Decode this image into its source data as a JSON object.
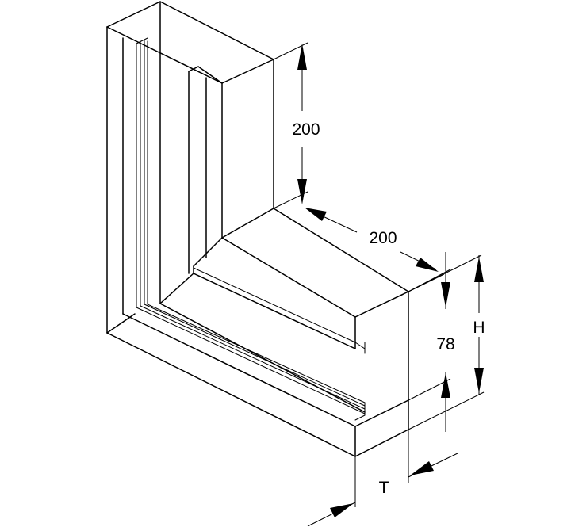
{
  "figure": {
    "dimensions": {
      "vertical_leg": "200",
      "horizontal_leg": "200",
      "inner_height": "78",
      "overall_height": "H",
      "thickness": "T"
    }
  }
}
